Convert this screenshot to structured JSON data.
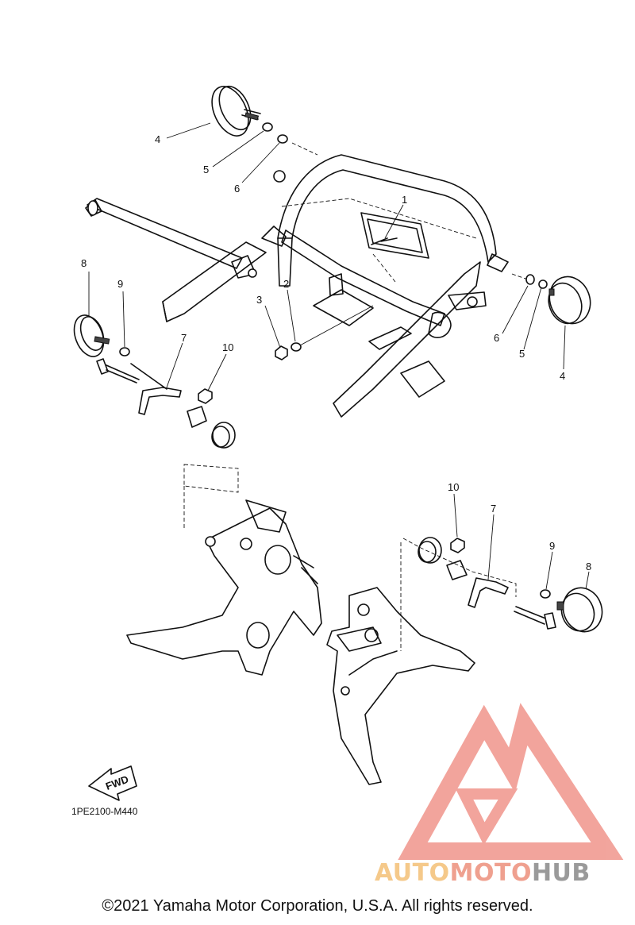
{
  "callouts": {
    "c1": "1",
    "c2": "2",
    "c3": "3",
    "c4a": "4",
    "c4b": "4",
    "c5a": "5",
    "c5b": "5",
    "c6a": "6",
    "c6b": "6",
    "c7a": "7",
    "c7b": "7",
    "c8a": "8",
    "c8b": "8",
    "c9a": "9",
    "c9b": "9",
    "c10a": "10",
    "c10b": "10"
  },
  "fwd_label": "FWD",
  "diagram_code": "1PE2100-M440",
  "watermark": {
    "brand_part1": "AUTO",
    "brand_part2": "MOTO",
    "brand_part3": "HUB",
    "colors": {
      "auto": "#f5c98a",
      "moto": "#efa08f",
      "hub": "#9a9a9a",
      "logo": "#ef8e84"
    }
  },
  "copyright": "©2021 Yamaha Motor Corporation, U.S.A. All rights reserved."
}
